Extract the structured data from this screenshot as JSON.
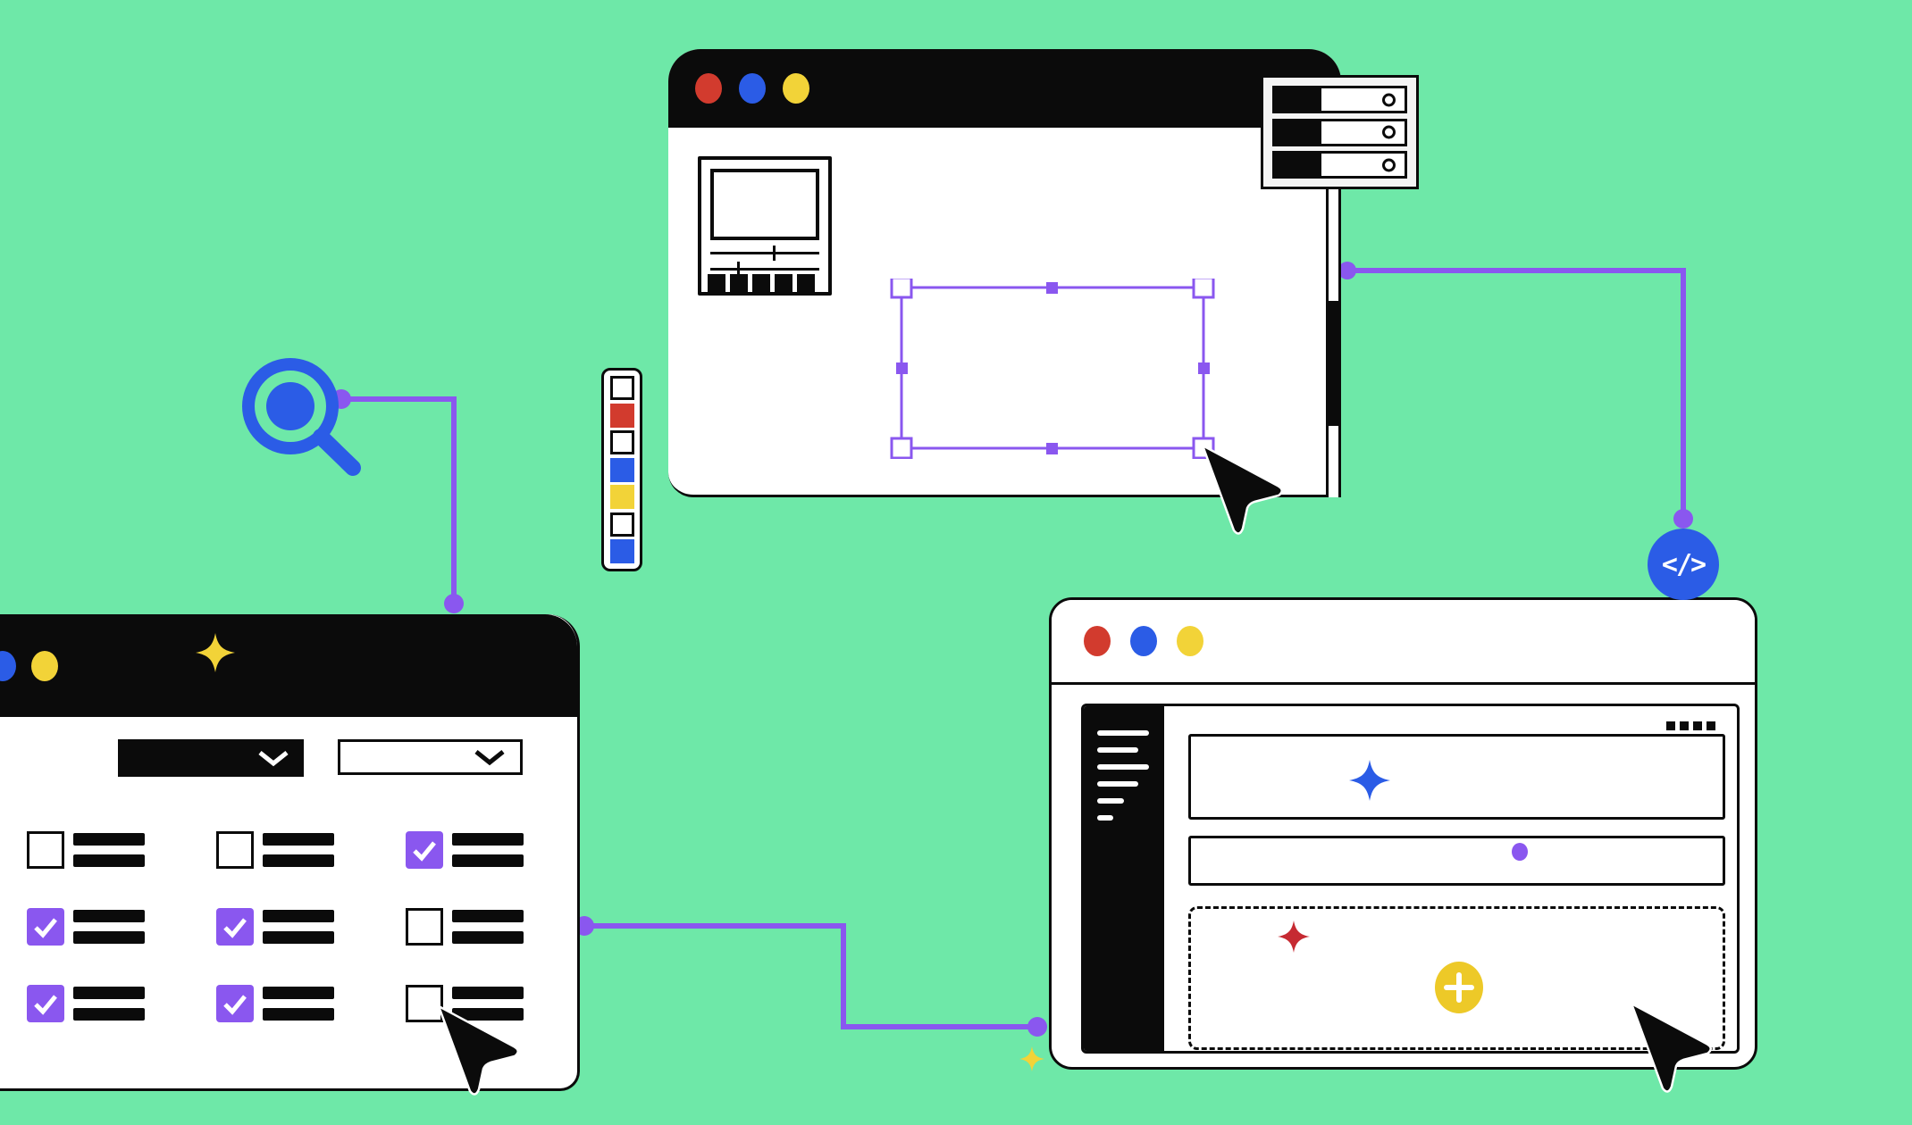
{
  "scene": {
    "background": "#6ee8a8",
    "description": "Three illustrated app windows linked by purple connector lines"
  },
  "colors": {
    "green": "#6ee8a8",
    "ink": "#0b0b0b",
    "purple": "#8a57ef",
    "blue": "#2b5ce6",
    "red": "#d23b2e",
    "yellow": "#f2d338",
    "plus_yellow": "#edc928",
    "red_sparkle": "#c62a32"
  },
  "top_window": {
    "traffic_lights": [
      "#d23b2e",
      "#2b5ce6",
      "#f2d338"
    ],
    "video_player": {
      "button_count": 5,
      "slider_count": 2
    },
    "selection_box": {
      "handle_color": "#8a57ef",
      "corner_handles": 4,
      "edge_handles": 4
    },
    "scrollbar_thumb_color": "#0b0b0b"
  },
  "server_icon": {
    "row_count": 3
  },
  "palette": {
    "swatches": [
      "outline",
      "#d23b2e",
      "outline",
      "#2b5ce6",
      "#f2d338",
      "outline",
      "#2b5ce6"
    ]
  },
  "magnifier": {
    "color": "#2b5ce6"
  },
  "left_window": {
    "traffic_lights": [
      "#2b5ce6",
      "#f2d338"
    ],
    "titlebar_sparkle_color": "#f2d338",
    "dropdowns": [
      {
        "style": "filled"
      },
      {
        "style": "outline"
      }
    ],
    "checklist": {
      "checked_color": "#8a57ef",
      "rows": [
        [
          false,
          false,
          true
        ],
        [
          true,
          true,
          false
        ],
        [
          true,
          true,
          false
        ]
      ]
    }
  },
  "right_window": {
    "traffic_lights": [
      "#d23b2e",
      "#2b5ce6",
      "#f2d338"
    ],
    "sidebar_line_widths": [
      58,
      46,
      58,
      46,
      30,
      18
    ],
    "menu_dot_count": 4,
    "panel_1_sparkle_color": "#2b5ce6",
    "panel_2_dot_color": "#8a57ef",
    "dashed_panel_sparkle_color": "#c62a32",
    "plus_button_color": "#edc928"
  },
  "code_badge": {
    "glyph": "</>",
    "background": "#2b5ce6"
  },
  "connectors": {
    "color": "#8a57ef",
    "count": 3
  },
  "cursors": {
    "count": 3,
    "color": "#0b0b0b"
  },
  "floating_sparkle_color": "#f2d338"
}
